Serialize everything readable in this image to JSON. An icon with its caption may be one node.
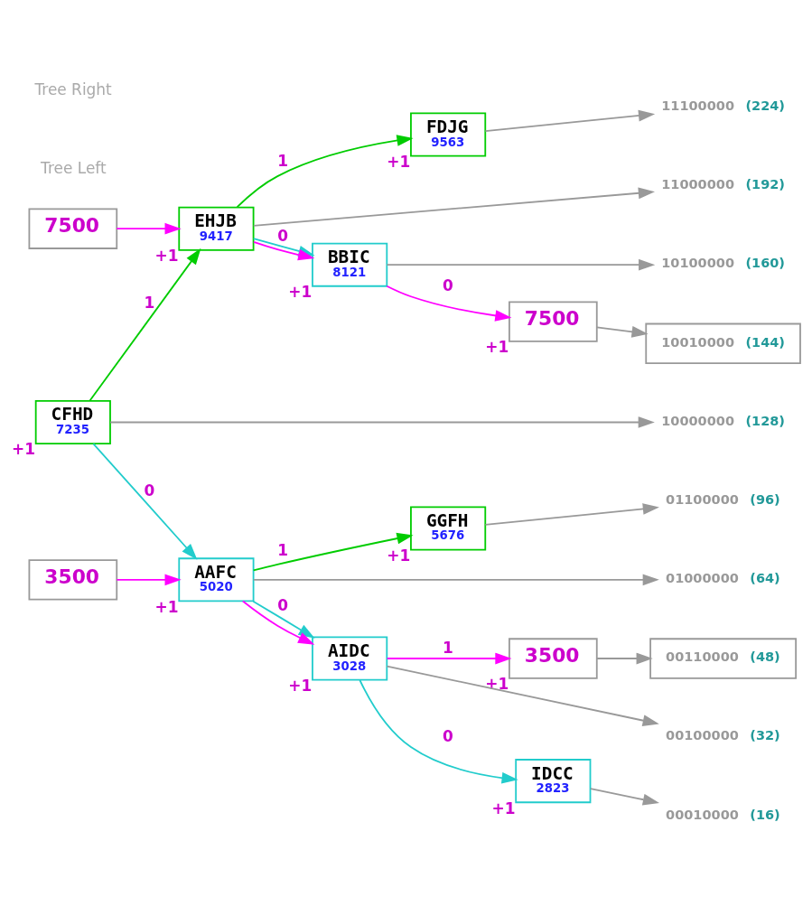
{
  "diagram": {
    "nodes": [
      {
        "text": [
          "FDJG",
          "9563"
        ],
        "beside": [
          "+1"
        ]
      },
      {
        "text": [
          "EHJB",
          "9417"
        ],
        "beside": [
          "+1"
        ]
      },
      {
        "text": [
          "BBIC",
          "8121"
        ],
        "beside": [
          "+1"
        ]
      },
      {
        "text": [
          "7500"
        ]
      },
      {
        "text": [
          "7500"
        ],
        "beside": [
          "+1"
        ]
      },
      {
        "text": [
          "CFHD",
          "7235"
        ],
        "beside": [
          "+1"
        ]
      },
      {
        "text": [
          "3500"
        ]
      },
      {
        "text": [
          "GGFH",
          "5676"
        ],
        "beside": [
          "+1"
        ]
      },
      {
        "text": [
          "AAFC",
          "5020"
        ],
        "beside": [
          "+1"
        ]
      },
      {
        "text": [
          "3500"
        ],
        "beside": [
          "+1"
        ]
      },
      {
        "text": [
          "AIDC",
          "3028"
        ],
        "beside": [
          "+1"
        ]
      },
      {
        "text": [
          "IDCC",
          "2823"
        ],
        "beside": [
          "+1"
        ]
      },
      {
        "text": [
          "11100000",
          "(224)"
        ]
      },
      {
        "text": [
          "11000000",
          "(192)"
        ]
      },
      {
        "text": [
          "10100000",
          "(160)"
        ]
      },
      {
        "text": [
          "10010000",
          "(144)"
        ]
      },
      {
        "text": [
          "10000000",
          "(128)"
        ]
      },
      {
        "text": [
          "01100000",
          "(96)"
        ]
      },
      {
        "text": [
          "01000000",
          "(64)"
        ]
      },
      {
        "text": [
          "00110000",
          "(48)"
        ]
      },
      {
        "text": [
          "00100000",
          "(32)"
        ]
      },
      {
        "text": [
          "00010000",
          "(16)"
        ]
      }
    ],
    "edges": [
      {
        "from": 5,
        "to": 1,
        "arrow": "to",
        "label": "1",
        "color": "#00cc00"
      },
      {
        "from": 1,
        "to": 0,
        "arrow": "to",
        "label": "1",
        "color": "#00cc00"
      },
      {
        "from": 1,
        "to": 2,
        "arrow": "to",
        "label": "0",
        "color": "#22cccc"
      },
      {
        "from": 1,
        "to": 2,
        "arrow": "to",
        "color": "#ff00ff"
      },
      {
        "from": 3,
        "to": 1,
        "arrow": "to",
        "color": "#ff00ff"
      },
      {
        "from": 2,
        "to": 4,
        "arrow": "to",
        "label": "0",
        "color": "#ff00ff"
      },
      {
        "from": 5,
        "to": 8,
        "arrow": "to",
        "label": "0",
        "color": "#22cccc"
      },
      {
        "from": 6,
        "to": 8,
        "arrow": "to",
        "color": "#ff00ff"
      },
      {
        "from": 8,
        "to": 7,
        "arrow": "to",
        "label": "1",
        "color": "#00cc00"
      },
      {
        "from": 8,
        "to": 10,
        "arrow": "to",
        "label": "0",
        "color": "#22cccc"
      },
      {
        "from": 8,
        "to": 10,
        "arrow": "to",
        "color": "#ff00ff"
      },
      {
        "from": 10,
        "to": 9,
        "arrow": "to",
        "label": "1",
        "color": "#ff00ff"
      },
      {
        "from": 10,
        "to": 11,
        "arrow": "to",
        "label": "0",
        "color": "#22cccc"
      },
      {
        "from": 0,
        "to": 12,
        "arrow": "to"
      },
      {
        "from": 1,
        "to": 13,
        "arrow": "to"
      },
      {
        "from": 2,
        "to": 14,
        "arrow": "to"
      },
      {
        "from": 4,
        "to": 15,
        "arrow": "to"
      },
      {
        "from": 5,
        "to": 16,
        "arrow": "to"
      },
      {
        "from": 7,
        "to": 17,
        "arrow": "to"
      },
      {
        "from": 8,
        "to": 18,
        "arrow": "to"
      },
      {
        "from": 9,
        "to": 19,
        "arrow": "to"
      },
      {
        "from": 10,
        "to": 20,
        "arrow": "to"
      },
      {
        "from": 11,
        "to": 21,
        "arrow": "to"
      }
    ],
    "labels": [
      "Tree Right",
      "Tree Left"
    ]
  }
}
